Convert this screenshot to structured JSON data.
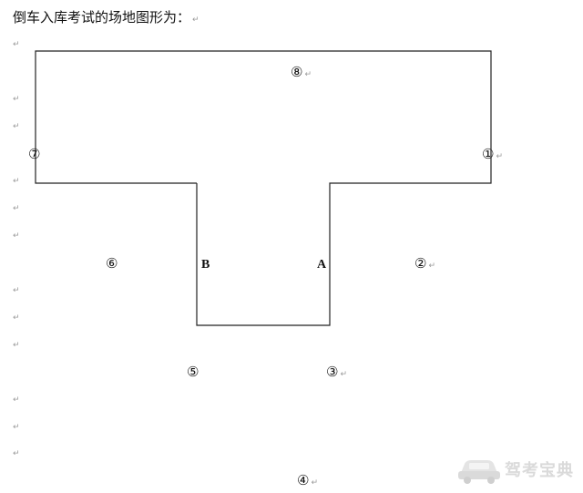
{
  "document": {
    "title": "倒车入库考试的场地图形为：",
    "paragraph_mark": "↵"
  },
  "diagram": {
    "labels": {
      "p1": "①",
      "p2": "②",
      "p3": "③",
      "p4": "④",
      "p5": "⑤",
      "p6": "⑥",
      "p7": "⑦",
      "p8": "⑧",
      "a": "A",
      "b": "B"
    }
  },
  "watermark": {
    "text": "驾考宝典"
  }
}
